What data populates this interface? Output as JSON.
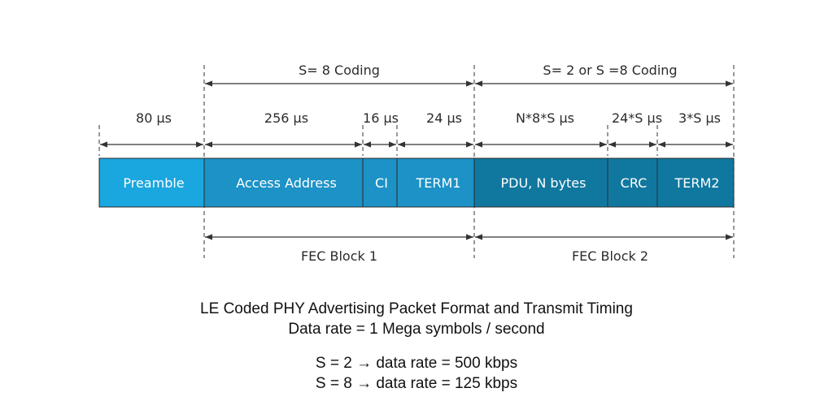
{
  "coding_spans": [
    {
      "label": "S= 8 Coding"
    },
    {
      "label": "S= 2 or S =8 Coding"
    }
  ],
  "segments": [
    {
      "label": "Preamble",
      "duration": "80 µs",
      "color": "#1aa6df"
    },
    {
      "label": "Access Address",
      "duration": "256 µs",
      "color": "#1c92c6"
    },
    {
      "label": "CI",
      "duration": "16 µs",
      "color": "#1c92c6"
    },
    {
      "label": "TERM1",
      "duration": "24 µs",
      "color": "#1c92c6"
    },
    {
      "label": "PDU, N bytes",
      "duration": "N*8*S µs",
      "color": "#10789f"
    },
    {
      "label": "CRC",
      "duration": "24*S µs",
      "color": "#10789f"
    },
    {
      "label": "TERM2",
      "duration": "3*S µs",
      "color": "#10789f"
    }
  ],
  "fec_blocks": [
    {
      "label": "FEC Block 1"
    },
    {
      "label": "FEC Block 2"
    }
  ],
  "caption": {
    "line1": "LE Coded PHY Advertising Packet Format and Transmit Timing",
    "line2": "Data rate = 1 Mega symbols / second",
    "line3": "S = 2 → data rate = 500 kbps",
    "line4": "S = 8 → data rate = 125 kbps"
  }
}
